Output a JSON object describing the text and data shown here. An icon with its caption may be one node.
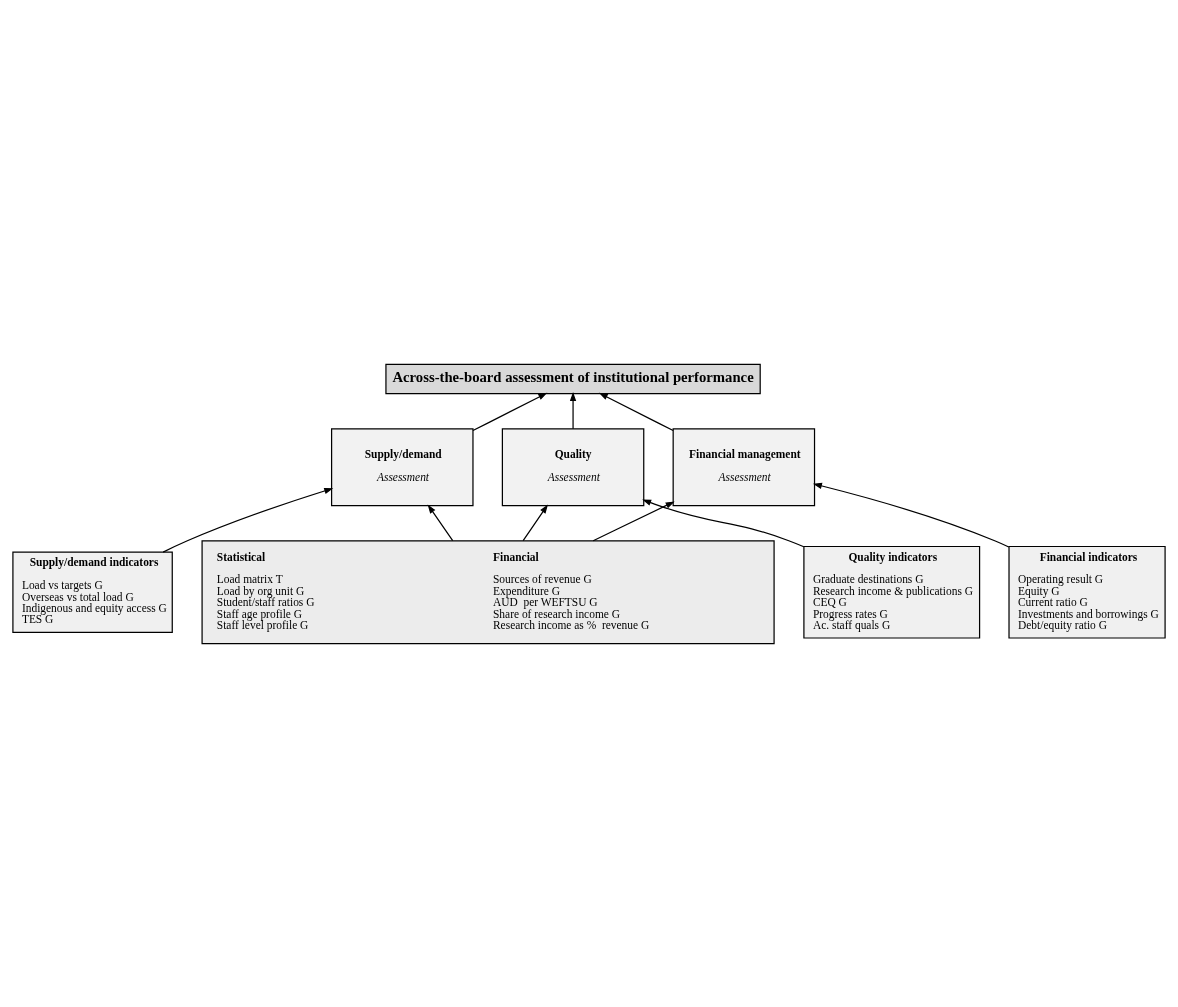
{
  "diagram": {
    "nodes": [
      {
        "text": [
          "Across-the-board assessment of institutional performance"
        ]
      },
      {
        "text": [
          "Supply/demand",
          "Assessment"
        ]
      },
      {
        "text": [
          "Quality",
          "Assessment"
        ]
      },
      {
        "text": [
          "Financial management",
          "Assessment"
        ]
      },
      {
        "text": [
          "Supply/demand indicators",
          "Load vs targets G",
          "Overseas vs total load G",
          "Indigenous and equity access G",
          "TES G"
        ]
      },
      {
        "text": [
          "Quality indicators",
          "Graduate destinations G",
          "Research income & publications G",
          "CEQ G",
          "Progress rates G",
          "Ac. staff quals G"
        ]
      },
      {
        "text": [
          "Financial indicators",
          "Operating result G",
          "Equity G",
          "Current ratio G",
          "Investments and borrowings G",
          "Debt/equity ratio G"
        ]
      },
      {
        "text": [
          "Statistical",
          "Load matrix T",
          "Load by org unit G",
          "Student/staff ratios G",
          "Staff age profile G",
          "Staff level profile G",
          "Financial",
          "Sources of revenue G",
          "Expenditure G",
          "AUD  per WEFTSU G",
          "Share of research income G",
          "Research income as %  revenue G"
        ]
      }
    ],
    "edges": [
      {
        "from": 1,
        "to": 0,
        "arrow": "to"
      },
      {
        "from": 2,
        "to": 0,
        "arrow": "to"
      },
      {
        "from": 3,
        "to": 0,
        "arrow": "to"
      },
      {
        "from": 4,
        "to": 1,
        "arrow": "to"
      },
      {
        "from": 5,
        "to": 2,
        "arrow": "to"
      },
      {
        "from": 6,
        "to": 3,
        "arrow": "to"
      },
      {
        "from": 7,
        "to": 1,
        "arrow": "to"
      },
      {
        "from": 7,
        "to": 2,
        "arrow": "to"
      },
      {
        "from": 7,
        "to": 3,
        "arrow": "to"
      }
    ]
  }
}
